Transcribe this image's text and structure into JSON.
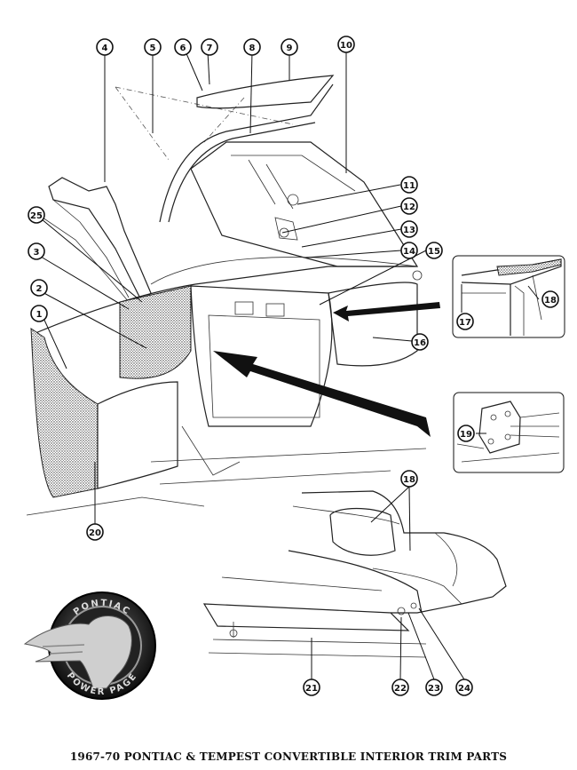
{
  "caption": "1967-70 PONTIAC & TEMPEST CONVERTIBLE INTERIOR TRIM PARTS",
  "logo": {
    "top_text": "PONTIAC",
    "bottom_text": "POWER PAGE"
  },
  "callouts": [
    "1",
    "2",
    "3",
    "4",
    "5",
    "6",
    "7",
    "8",
    "9",
    "10",
    "11",
    "12",
    "13",
    "14",
    "15",
    "16",
    "17",
    "18",
    "19",
    "20",
    "21",
    "22",
    "23",
    "24",
    "25",
    "18"
  ]
}
